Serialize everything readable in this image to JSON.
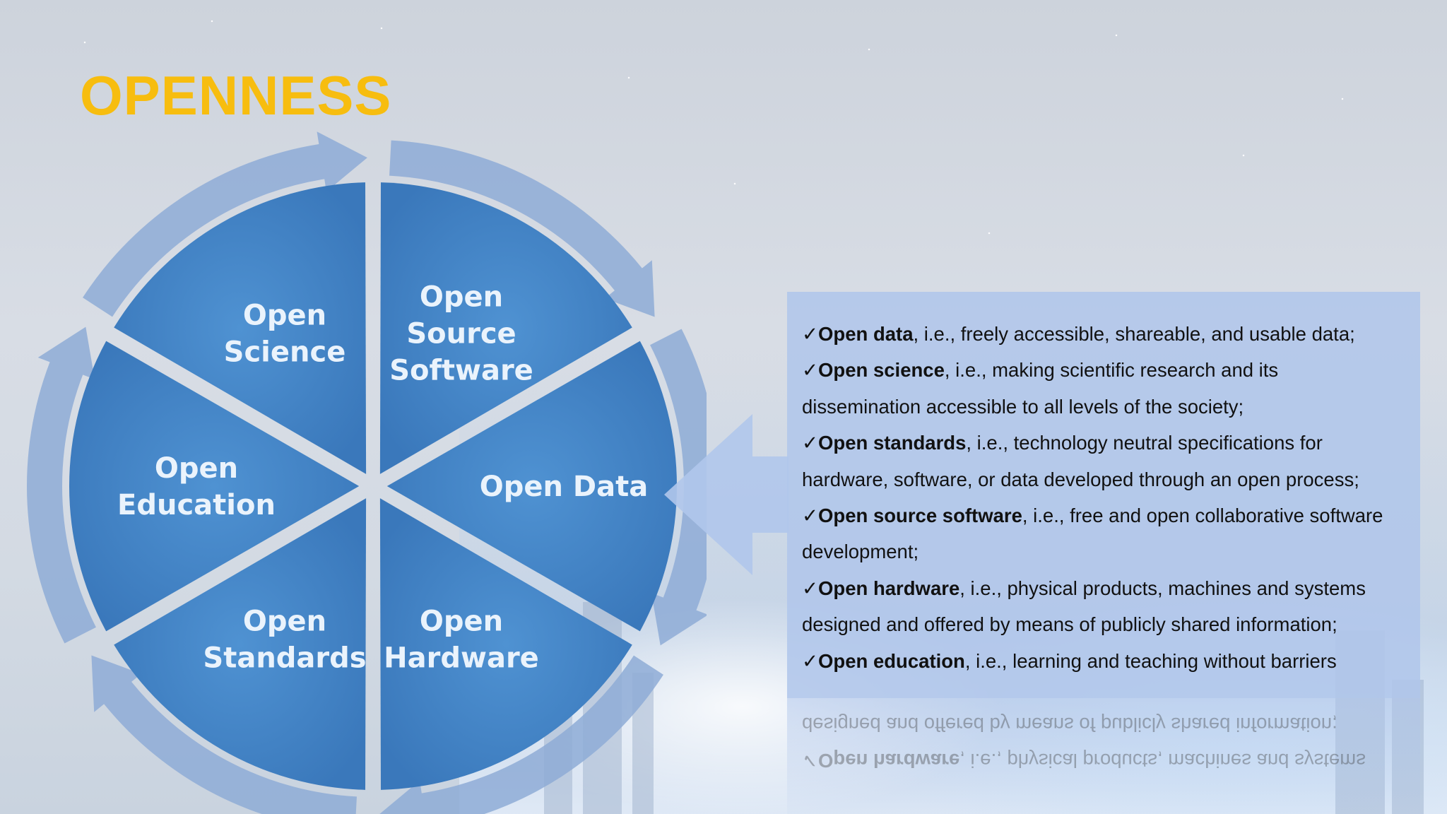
{
  "slide": {
    "title": "OPENNESS"
  },
  "diagram": {
    "segments": [
      {
        "lines": [
          "Open",
          "Science"
        ]
      },
      {
        "lines": [
          "Open",
          "Source",
          "Software"
        ]
      },
      {
        "lines": [
          "Open Data"
        ]
      },
      {
        "lines": [
          "Open",
          "Hardware"
        ]
      },
      {
        "lines": [
          "Open",
          "Standards"
        ]
      },
      {
        "lines": [
          "Open",
          "Education"
        ]
      }
    ],
    "colors": {
      "segment_fill": "#3f80c4",
      "ring_arrow": "#8eacd6",
      "gap": "#cfd8e3"
    }
  },
  "panel": {
    "check_mark": "✓",
    "items": [
      {
        "term": "Open data",
        "rest": ", i.e., freely accessible, shareable, and usable data;",
        "cont": ""
      },
      {
        "term": "Open science",
        "rest": ", i.e., making scientific research and its",
        "cont": "dissemination accessible to all levels of the society;"
      },
      {
        "term": "Open standards",
        "rest": ", i.e., technology neutral specifications for",
        "cont": "hardware, software, or data developed through an open process;"
      },
      {
        "term": "Open source software",
        "rest": ", i.e., free and open collaborative software",
        "cont": "development;"
      },
      {
        "term": "Open hardware",
        "rest": ", i.e., physical products, machines and systems",
        "cont": "designed and offered by means of publicly shared information;"
      },
      {
        "term": "Open education",
        "rest": ", i.e., learning and teaching without barriers",
        "cont": ""
      }
    ],
    "colors": {
      "background": "#b0c6eb",
      "text": "#111111"
    }
  },
  "colors": {
    "title": "#f7bd0f"
  }
}
